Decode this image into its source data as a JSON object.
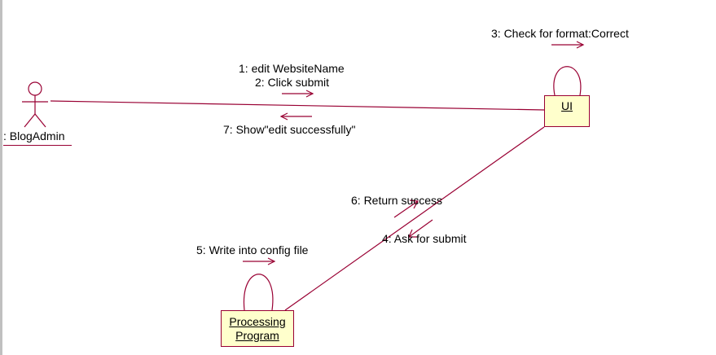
{
  "diagram": {
    "type": "UML communication diagram",
    "actor": {
      "name": ": BlogAdmin"
    },
    "objects": [
      {
        "id": "ui",
        "name": "UI"
      },
      {
        "id": "processing",
        "name": "Processing Program"
      }
    ],
    "messages": [
      {
        "label": "1: edit WebsiteName",
        "from": "actor",
        "to": "ui"
      },
      {
        "label": "2: Click submit",
        "from": "actor",
        "to": "ui"
      },
      {
        "label": "3: Check for format:Correct",
        "from": "ui",
        "to": "ui"
      },
      {
        "label": "4: Ask for submit",
        "from": "ui",
        "to": "processing"
      },
      {
        "label": "5: Write into config file",
        "from": "processing",
        "to": "processing"
      },
      {
        "label": "6: Return success",
        "from": "processing",
        "to": "ui"
      },
      {
        "label": "7: Show\"edit successfully\"",
        "from": "ui",
        "to": "actor"
      }
    ],
    "colors": {
      "line": "#990033",
      "object_fill": "#ffffcc"
    }
  }
}
